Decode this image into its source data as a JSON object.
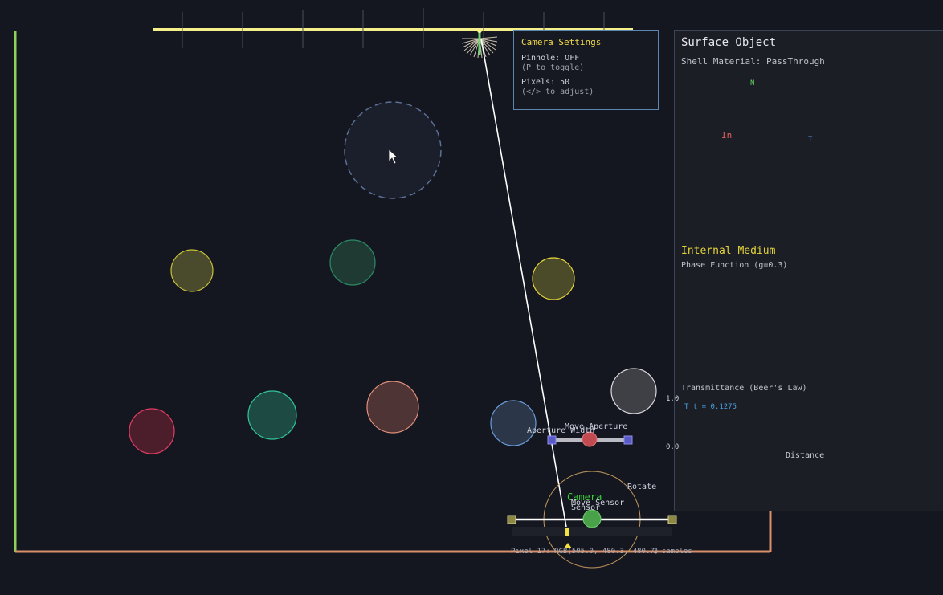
{
  "settings": {
    "title": "Camera Settings",
    "pinhole": "Pinhole: OFF",
    "pinhole_hint": "(P to toggle)",
    "pixels": "Pixels: 50",
    "pixels_hint": "(</> to adjust)"
  },
  "panel": {
    "surface_title": "Surface Object",
    "shell_material": "Shell Material: PassThrough",
    "normal_label": "N",
    "in_label": "In",
    "t_label": "T",
    "medium_title": "Internal Medium",
    "phase_function": "Phase Function (g=0.3)",
    "transmittance_title": "Transmittance (Beer's Law)",
    "y_max": "1.0",
    "y_min": "0.0",
    "t_readout": "T_t = 0.1275",
    "x_label": "Distance"
  },
  "camera": {
    "aperture_width": "Aperture Width",
    "move_aperture": "Move Aperture",
    "camera_label": "Camera",
    "move_sensor": "Move Sensor",
    "sensor_label": "Sensor",
    "rotate": "Rotate",
    "pixel_readout": "Pixel 17: RGB(505.0, 480.3, 480.7)",
    "samples": "1 samples"
  },
  "colors": {
    "accent_yellow": "#e8e04a",
    "wall_green": "#8fcf5a",
    "wall_orange": "#d8906a",
    "ray_white": "#ffffff",
    "panel_border": "#394556"
  },
  "icons": {
    "cursor": "arrow-cursor-icon",
    "light": "light-fan-icon"
  }
}
